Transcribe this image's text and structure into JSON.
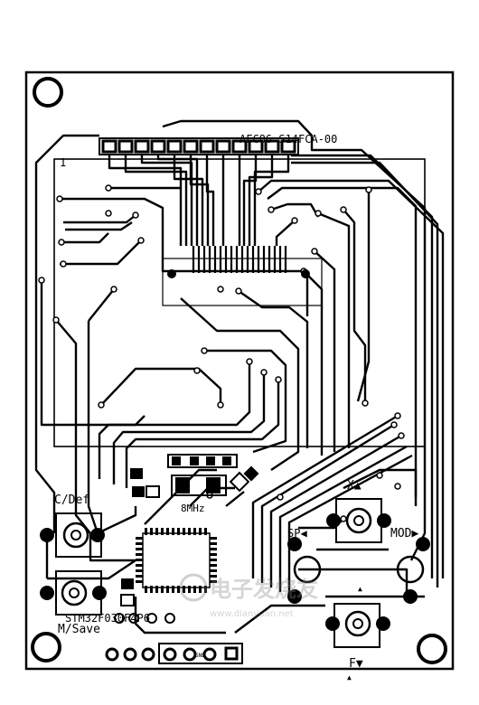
{
  "board": {
    "header_label": "AFC86 S14FCA-00",
    "pin1_marker": "1",
    "buttons": {
      "cdef": "C/Def",
      "msave": "M/Save",
      "x": "X▲",
      "sp": "SP◀",
      "mod": "MOD▶",
      "f": "F▼"
    },
    "chip_label": "STM32F030F4P6",
    "crystal_label": "8MHz",
    "small_marks": {
      "gnd": "GND",
      "arrow_up_mid": "▲",
      "arrow_up_bottom": "▲"
    },
    "watermark": "电子发烧友",
    "watermark_sub": "www.dianyuan.net"
  }
}
